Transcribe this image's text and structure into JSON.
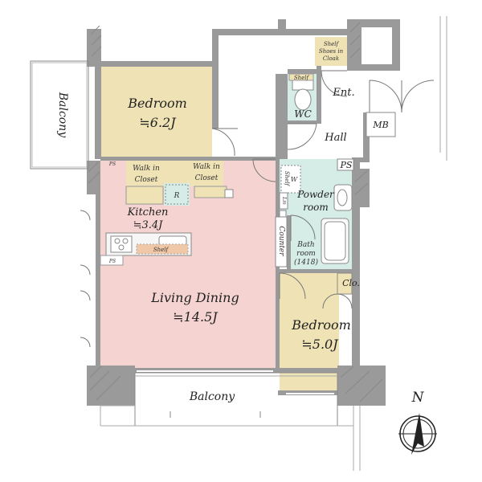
{
  "colors": {
    "bedroom": "#efe3b6",
    "living": "#f4d3d0",
    "wet": "#d6ece7",
    "closet": "#efe3b6",
    "wall": "#9a9a9a",
    "counter": "#f0c8a8"
  },
  "rooms": {
    "bedroom1": {
      "name": "Bedroom",
      "size": "≒6.2J"
    },
    "bedroom2": {
      "name": "Bedroom",
      "size": "≒5.0J"
    },
    "living": {
      "name": "Living Dining",
      "size": "≒14.5J"
    },
    "kitchen": {
      "name": "Kitchen",
      "size": "≒3.4J"
    },
    "powder": {
      "line1": "Powder",
      "line2": "room"
    },
    "bath": {
      "line1": "Bath",
      "line2": "room",
      "line3": "(1418)"
    },
    "hall": "Hall",
    "entrance": "Ent.",
    "wc": "WC",
    "mb": "MB",
    "ps": "PS",
    "closet": "Clo.",
    "counter": "Counter",
    "balcony_west": "Balcony",
    "balcony_south": "Balcony",
    "walkin1": {
      "line1": "Walk in",
      "line2": "Closet"
    },
    "walkin2": {
      "line1": "Walk in",
      "line2": "Closet"
    },
    "shoes": {
      "line1": "Shelf",
      "line2": "Shoes in",
      "line3": "Cloak"
    },
    "wc_shelf": "Shelf",
    "kitchen_shelf": "Shelf",
    "fridge": "R",
    "powder_shelf": "Shelf",
    "powder_w": "W",
    "lm": "Lm",
    "ps_small1": "PS",
    "ps_small2": "PS"
  },
  "compass": {
    "label": "N"
  }
}
